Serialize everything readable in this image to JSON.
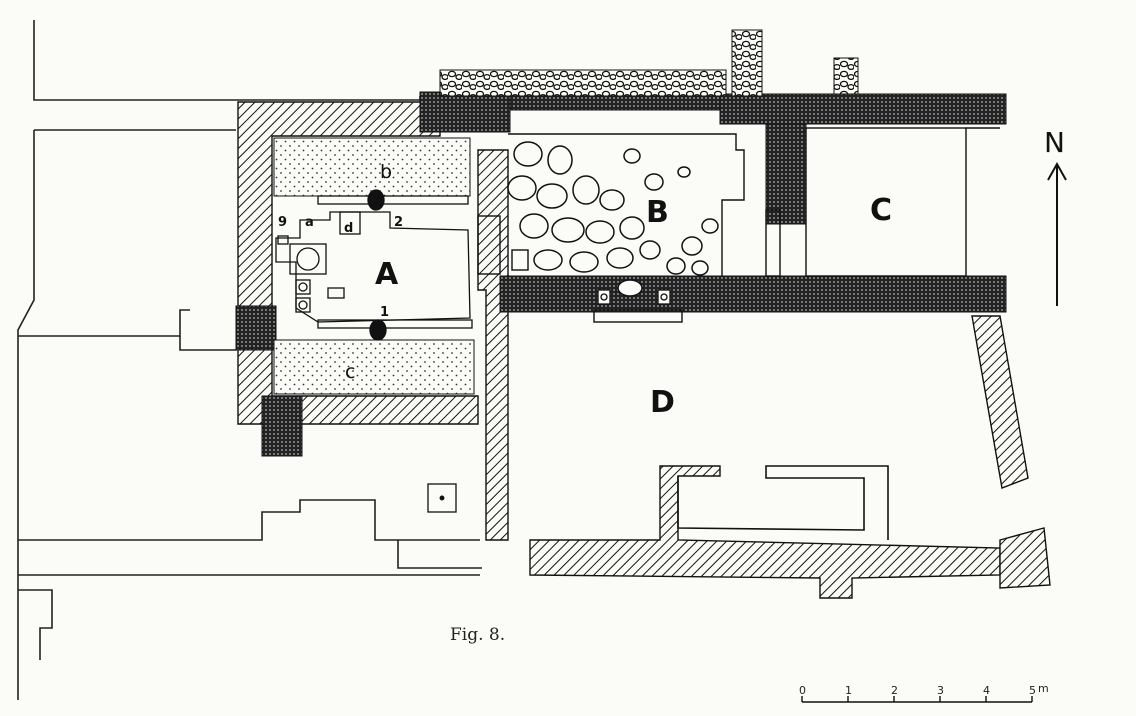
{
  "plan": {
    "rooms": {
      "A": "A",
      "B": "B",
      "C": "C",
      "D": "D"
    },
    "sub_labels": {
      "b": "b",
      "c": "c",
      "a": "a",
      "d": "d",
      "nine": "9",
      "two": "2",
      "one": "1"
    },
    "north": "N",
    "caption": "Fig. 8.",
    "scale": {
      "ticks": [
        "0",
        "1",
        "2",
        "3",
        "4",
        "5"
      ],
      "unit": "m"
    },
    "colors": {
      "ink": "#111111",
      "paper": "#fbfbf8"
    }
  }
}
